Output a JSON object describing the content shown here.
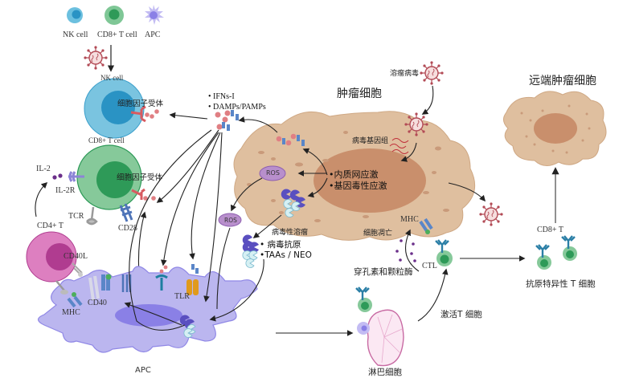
{
  "legend": {
    "nk_cell": "NK cell",
    "cd8_t_cell": "CD8+ T cell",
    "apc": "APC"
  },
  "labels": {
    "nk_cell": "NK cell",
    "cytokine_receptor_nk": "细胞因子受体",
    "cd8_t_cell": "CD8+ T cell",
    "cytokine_receptor_cd8": "细胞因子受体",
    "il2": "IL-2",
    "il2r": "IL-2R",
    "tcr": "TCR",
    "cd28": "CD28",
    "cd4_t": "CD4+ T",
    "cd40l": "CD40L",
    "cd40": "CD40",
    "mhc_apc": "MHC",
    "tlr": "TLR",
    "apc": "APC",
    "signals": [
      "• IFNs-I",
      "• DAMPs/PAMPs"
    ],
    "tumor_cell": "肿瘤细胞",
    "oncolytic_virus": "溶瘤病毒",
    "viral_genome": "病毒基因组",
    "stress": [
      "•内质网应激",
      "•基因毒性应激"
    ],
    "ros1": "ROS",
    "ros2": "ROS",
    "viral_lysis": "病毒性溶瘤",
    "apoptosis": "细胞凋亡",
    "antigens": [
      "• 病毒抗原",
      "•TAAs / NEO"
    ],
    "mhc_tumor": "MHC",
    "perforin": "穿孔素和颗粒酶",
    "ctl": "CTL",
    "activate_t": "激活T 细胞",
    "lymph_node": "淋巴细胞",
    "distant_tumor": "远端肿瘤细胞",
    "cd8_t": "CD8+ T",
    "antigen_specific_t": "抗原特异性 T 细胞"
  },
  "colors": {
    "nk": "#6cc0df",
    "nk_nucleus": "#2a93c4",
    "cd8": "#86c99a",
    "cd8_nucleus": "#2e9a58",
    "cd4": "#dd7fc0",
    "cd4_nucleus": "#b03c90",
    "apc": "#b9b4ef",
    "apc_nucleus": "#8a7fe6",
    "tumor": "#ddbb9f",
    "tumor_nucleus": "#c98f6c",
    "virus": "#c0565e",
    "ros": "#b88fcc"
  }
}
